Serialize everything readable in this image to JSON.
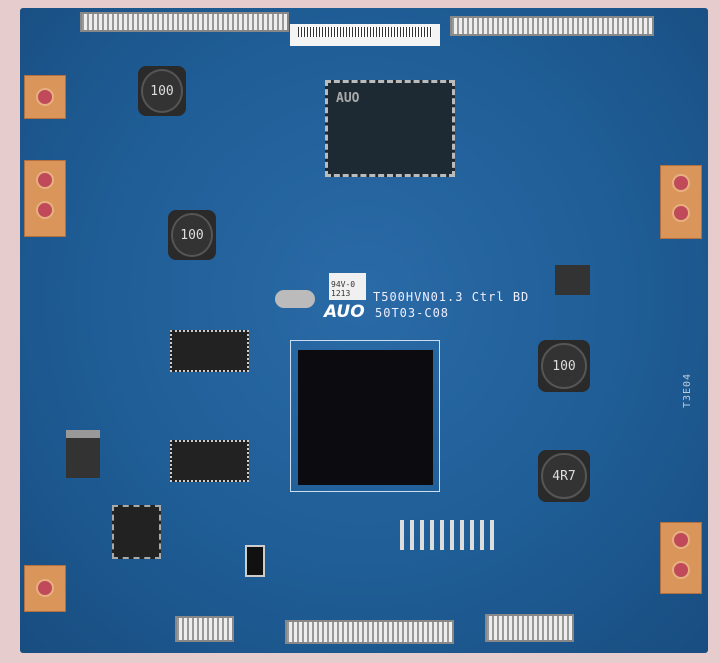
{
  "board": {
    "model": "T500HVN01.3 Ctrl BD",
    "part": "50T03-C08",
    "brand_logo": "AUO",
    "rating": "94V-0",
    "date_code": "1213",
    "side_mark": "T3E04"
  },
  "components": {
    "main_chip_logo": "AUO",
    "inductor_1": "100",
    "inductor_2": "100",
    "inductor_3": "100",
    "inductor_4": "4R7"
  },
  "colors": {
    "pcb": "#1f5d96",
    "background": "#e6cccc",
    "pads": "#d9955a"
  }
}
